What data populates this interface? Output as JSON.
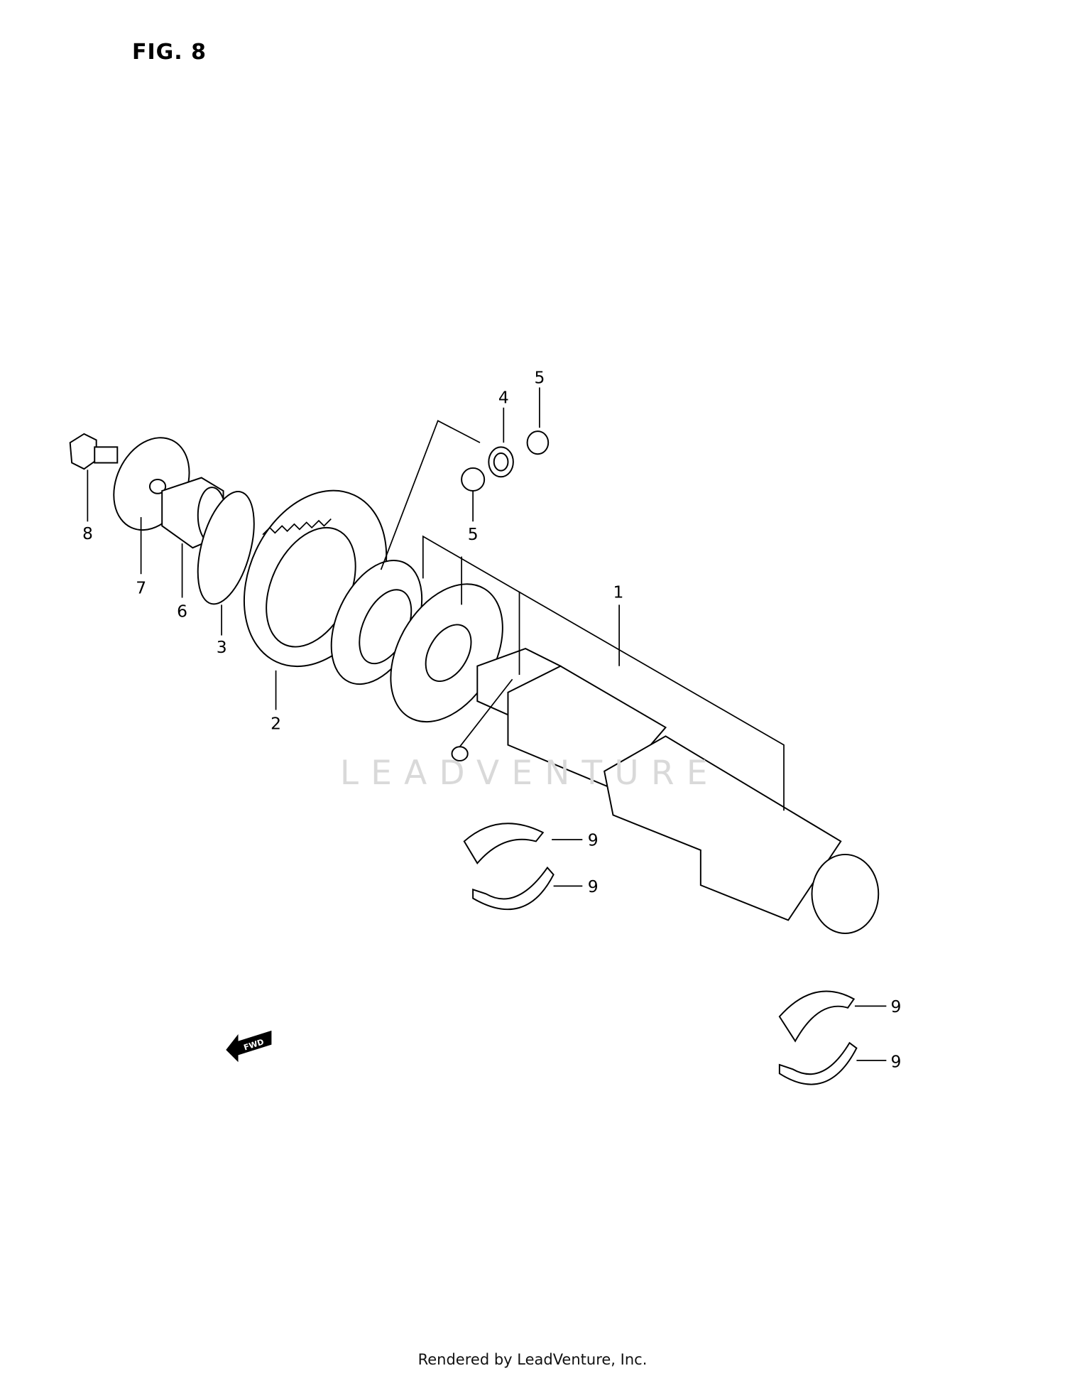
{
  "figure": {
    "title": "FIG. 8"
  },
  "callouts": [
    {
      "id": "callout-1",
      "text": "1"
    },
    {
      "id": "callout-2",
      "text": "2"
    },
    {
      "id": "callout-3",
      "text": "3"
    },
    {
      "id": "callout-4",
      "text": "4"
    },
    {
      "id": "callout-5a",
      "text": "5"
    },
    {
      "id": "callout-5b",
      "text": "5"
    },
    {
      "id": "callout-6",
      "text": "6"
    },
    {
      "id": "callout-7",
      "text": "7"
    },
    {
      "id": "callout-8",
      "text": "8"
    },
    {
      "id": "callout-9a",
      "text": "9"
    },
    {
      "id": "callout-9b",
      "text": "9"
    },
    {
      "id": "callout-9c",
      "text": "9"
    },
    {
      "id": "callout-9d",
      "text": "9"
    }
  ],
  "fwd_arrow": {
    "text": "FWD"
  },
  "watermark": {
    "text": "LEADVENTURE"
  },
  "footer": {
    "text": "Rendered by LeadVenture, Inc."
  }
}
